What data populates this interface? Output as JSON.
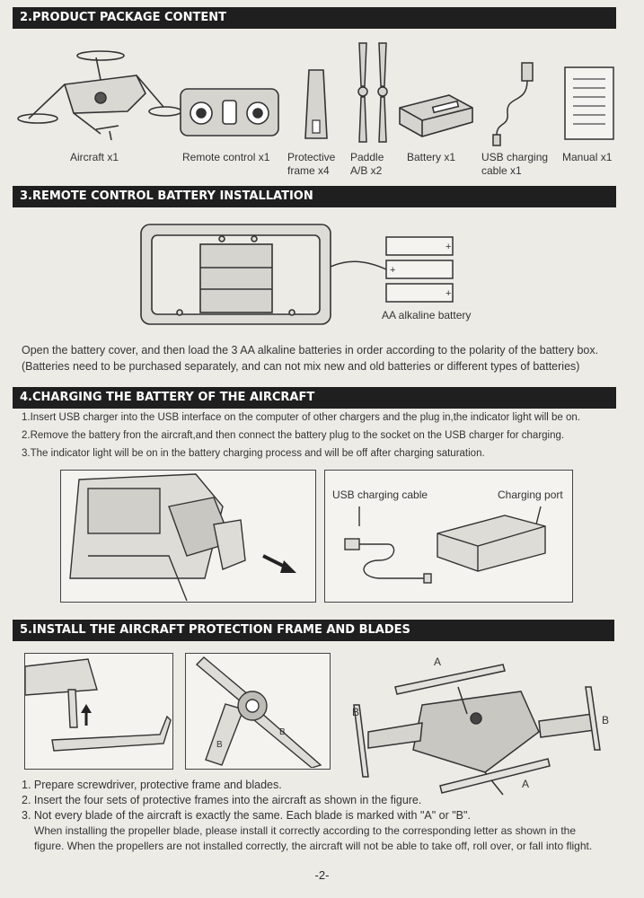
{
  "section2": {
    "title": "2.PRODUCT PACKAGE CONTENT",
    "items": [
      "Aircraft x1",
      "Remote control x1",
      "Protective frame x4",
      "Paddle A/B x2",
      "Battery x1",
      "USB charging cable x1",
      "Manual x1"
    ]
  },
  "section3": {
    "title": "3.REMOTE CONTROL BATTERY INSTALLATION",
    "battery_label": "AA alkaline battery",
    "para_line1": "Open the battery cover, and then load the 3 AA alkaline batteries in order according to the polarity of the battery box.",
    "para_line2": "(Batteries need to be purchased separately, and can not mix new and old batteries or different types of batteries)"
  },
  "section4": {
    "title": "4.CHARGING THE BATTERY OF THE AIRCRAFT",
    "steps": [
      "1.Insert USB charger into the USB interface on the computer of other chargers and the plug in,the indicator light will be on.",
      "2.Remove the battery fron the aircraft,and then connect the battery plug to the socket on the USB charger for charging.",
      "3.The indicator light will be on in the battery charging process and will be off after charging saturation."
    ],
    "usb_cable_label": "USB charging cable",
    "charging_port_label": "Charging port"
  },
  "section5": {
    "title": "5.INSTALL THE AIRCRAFT PROTECTION FRAME AND BLADES",
    "blade_a": "A",
    "blade_b": "B",
    "steps": [
      "1. Prepare screwdriver, protective frame and blades.",
      "2. Insert the four sets of protective frames into the aircraft as shown in the figure.",
      "3. Not every blade of the aircraft is exactly the same. Each blade is marked with \"A\" or \"B\".",
      "When installing the propeller blade, please install it correctly according to the corresponding letter as shown in the",
      "figure. When the propellers are not installed correctly, the aircraft will not be able to take off, roll over, or fall into flight."
    ]
  },
  "page_number": "-2-"
}
